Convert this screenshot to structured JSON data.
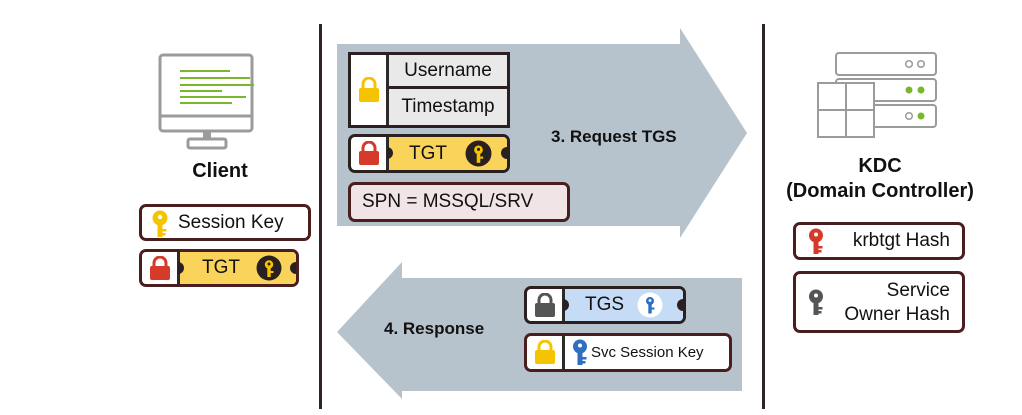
{
  "client": {
    "label": "Client",
    "session_key_label": "Session Key",
    "tgt_label": "TGT"
  },
  "request": {
    "label": "3. Request TGS",
    "username_label": "Username",
    "timestamp_label": "Timestamp",
    "tgt_label": "TGT",
    "spn_label": "SPN = MSSQL/SRV"
  },
  "response": {
    "label": "4. Response",
    "tgs_label": "TGS",
    "svc_session_key_label": "Svc Session Key"
  },
  "kdc": {
    "title_line1": "KDC",
    "title_line2": "(Domain Controller)",
    "krbtgt_label": "krbtgt Hash",
    "service_owner_line1": "Service",
    "service_owner_line2": "Owner Hash"
  },
  "colors": {
    "arrow": "#b7c3cc",
    "lock_yellow": "#f5c400",
    "lock_red": "#d63a2a",
    "lock_gray": "#555555",
    "tgt_fill": "#fad45a",
    "tgs_fill": "#c6dcf6",
    "key_blue": "#2e6fc1",
    "border_dark": "#4a1e1e",
    "spn_fill": "#f1e4e6"
  },
  "icons": [
    "monitor-icon",
    "server-icon",
    "lock-icon",
    "key-icon"
  ]
}
